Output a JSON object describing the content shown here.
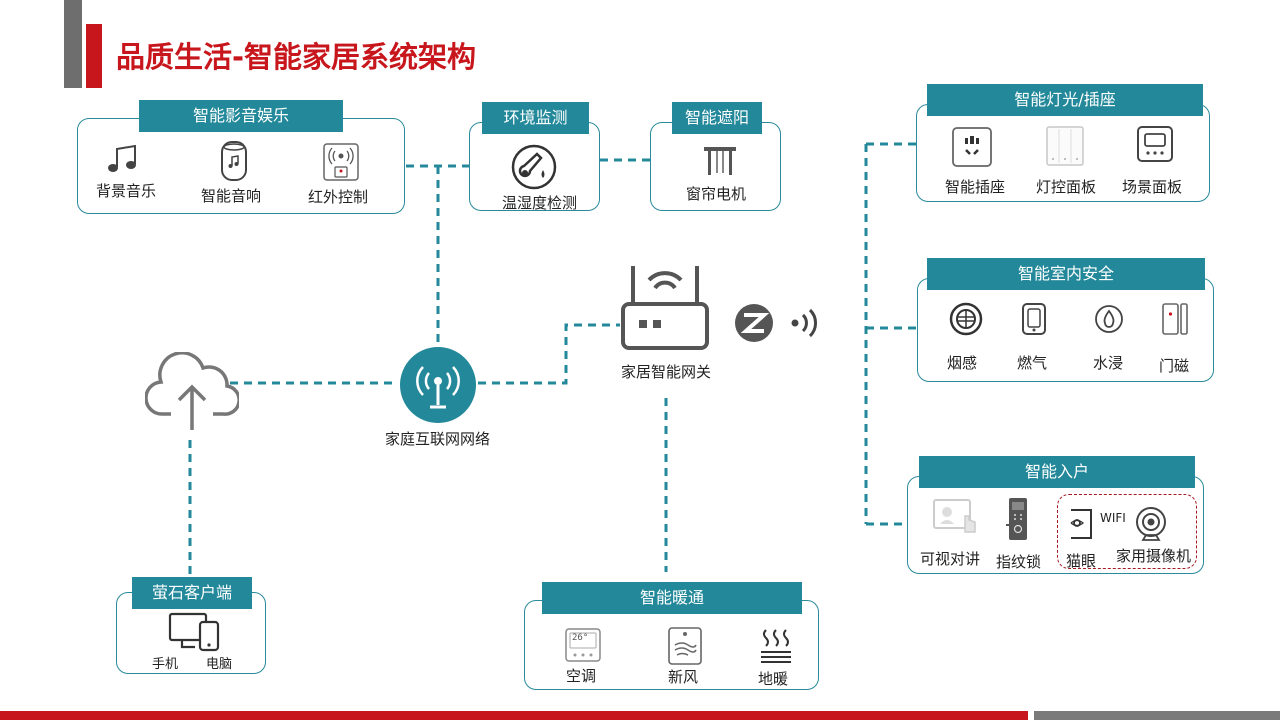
{
  "title": "品质生活-智能家居系统架构",
  "groups": {
    "av": {
      "title": "智能影音娱乐",
      "items": [
        "背景音乐",
        "智能音响",
        "红外控制"
      ]
    },
    "env": {
      "title": "环境监测",
      "items": [
        "温湿度检测"
      ]
    },
    "shade": {
      "title": "智能遮阳",
      "items": [
        "窗帘电机"
      ]
    },
    "light": {
      "title": "智能灯光/插座",
      "items": [
        "智能插座",
        "灯控面板",
        "场景面板"
      ]
    },
    "security": {
      "title": "智能室内安全",
      "items": [
        "烟感",
        "燃气",
        "水浸",
        "门磁"
      ]
    },
    "entry": {
      "title": "智能入户",
      "items": [
        "可视对讲",
        "指纹锁",
        "猫眼",
        "家用摄像机"
      ],
      "wifi": "WIFI"
    },
    "hvac": {
      "title": "智能暖通",
      "items": [
        "空调",
        "新风",
        "地暖"
      ],
      "thermostat": "26°"
    },
    "client": {
      "title": "萤石客户端",
      "items": [
        "手机",
        "电脑"
      ]
    }
  },
  "nodes": {
    "gateway": "家居智能网关",
    "network": "家庭互联网网络"
  },
  "colors": {
    "accent_red": "#c8161d",
    "teal": "#23899a",
    "gray": "#6e6e6e"
  },
  "icons": [
    "music-note-icon",
    "speaker-icon",
    "ir-remote-icon",
    "thermometer-icon",
    "curtain-motor-icon",
    "socket-icon",
    "light-switch-icon",
    "scene-panel-icon",
    "smoke-detector-icon",
    "gas-detector-icon",
    "water-sensor-icon",
    "door-sensor-icon",
    "intercom-icon",
    "fingerprint-lock-icon",
    "peephole-icon",
    "camera-icon",
    "thermostat-icon",
    "fresh-air-icon",
    "floor-heating-icon",
    "devices-icon",
    "router-icon",
    "zigbee-icon",
    "wifi-signal-icon",
    "cloud-upload-icon",
    "network-antenna-icon"
  ]
}
